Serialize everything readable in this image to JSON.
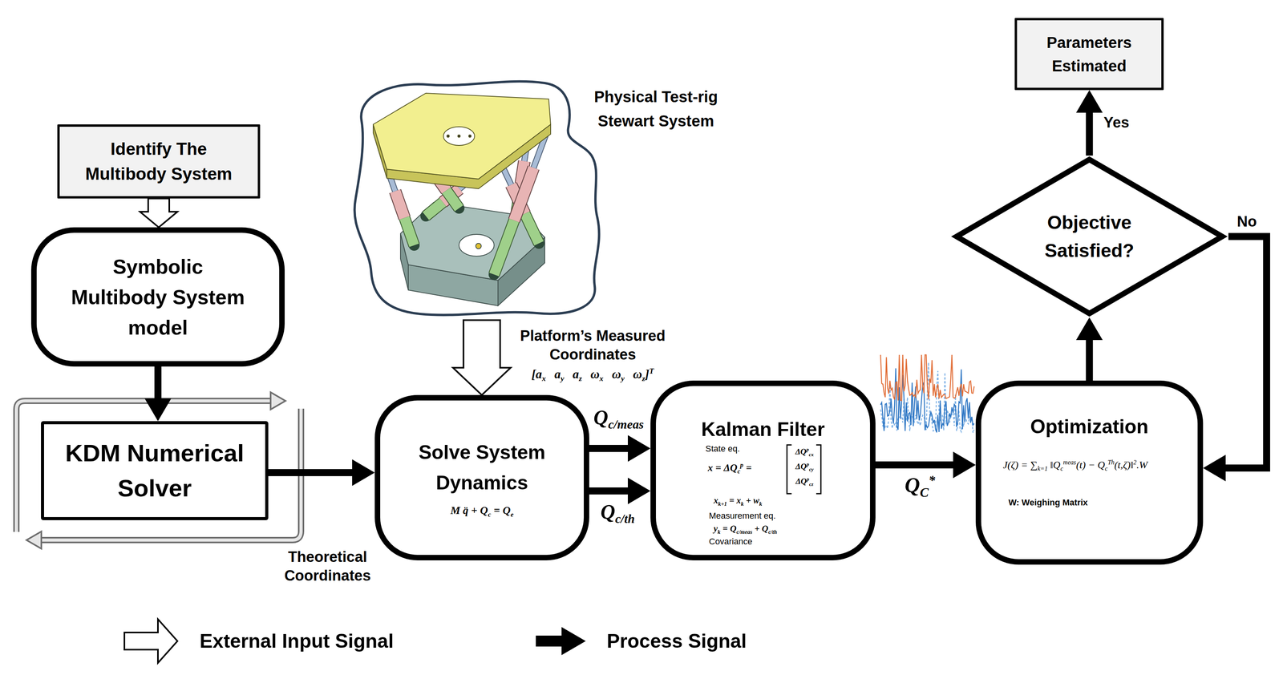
{
  "diagram": {
    "nodes": [
      {
        "text": [
          "Identify The Multibody System"
        ]
      },
      {
        "text": [
          "Symbolic Multibody System model"
        ]
      },
      {
        "text": [
          "KDM Numerical Solver"
        ]
      },
      {
        "text": [
          "Physical Test-rig Stewart System"
        ]
      },
      {
        "text": [
          "Solve System Dynamics",
          "M q̈ + Qc = Qe"
        ]
      },
      {
        "text": [
          "Kalman Filter",
          "State eq.",
          "x = ΔQcp =",
          "ΔQpcx",
          "ΔQpcy",
          "ΔQpcz",
          "xk+1 = xk + wk",
          "Measurement eq.",
          "yk = Qc/meas + Qc/th",
          "Covariance"
        ]
      },
      {
        "text": [
          "Optimization",
          "J(ζ) = ∑k=1 ‖Qcmeas(t) − QcTh(t,ζ)‖2.W",
          "W: Weighing Matrix"
        ]
      },
      {
        "text": [
          "Objective Satisfied?"
        ]
      },
      {
        "text": [
          "Parameters Estimated"
        ]
      }
    ],
    "edges": [
      {
        "from": 0,
        "to": 1,
        "arrow": "to"
      },
      {
        "from": 1,
        "to": 2,
        "arrow": "to"
      },
      {
        "from": 2,
        "to": 4,
        "arrow": "to",
        "label": "Theoretical Coordinates"
      },
      {
        "from": 3,
        "to": 4,
        "arrow": "to",
        "label": "Platform’s Measured Coordinates"
      },
      {
        "from": 4,
        "to": 5,
        "arrow": "to",
        "label": "Qc/meas"
      },
      {
        "from": 4,
        "to": 5,
        "arrow": "to",
        "label": "Qc/th"
      },
      {
        "from": 5,
        "to": 6,
        "arrow": "to",
        "label": "QC*"
      },
      {
        "from": 6,
        "to": 7,
        "arrow": "to"
      },
      {
        "from": 7,
        "to": 8,
        "arrow": "to",
        "label": "Yes"
      },
      {
        "from": 7,
        "to": 6,
        "arrow": "to",
        "label": "No"
      }
    ],
    "labels": [
      "[ax ay az ωx ωy ωz]T"
    ],
    "legend": [
      {
        "text": "External Input Signal"
      },
      {
        "text": "Process Signal"
      }
    ]
  }
}
